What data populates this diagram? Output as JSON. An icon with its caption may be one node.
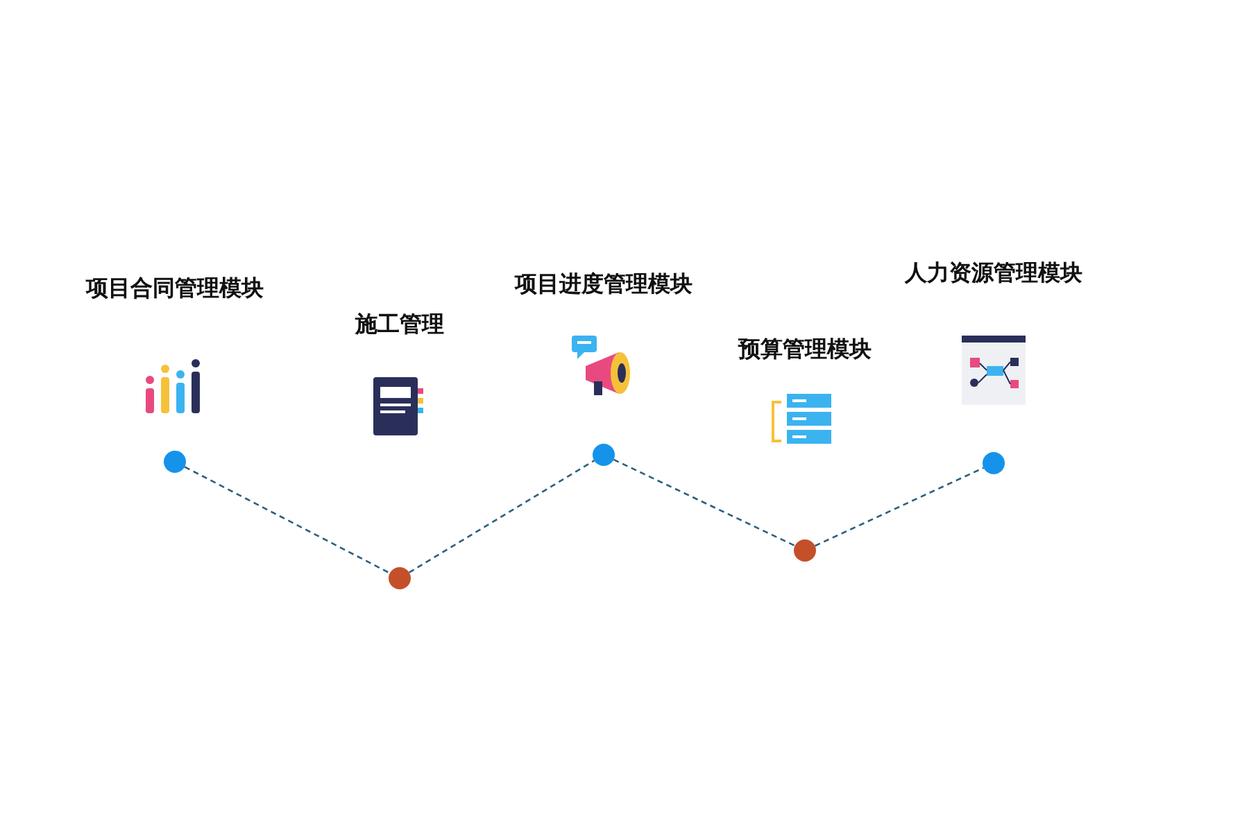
{
  "diagram": {
    "nodes": [
      {
        "text": [
          "项目合同管理模块"
        ]
      },
      {
        "text": [
          "施工管理"
        ]
      },
      {
        "text": [
          "项目进度管理模块"
        ]
      },
      {
        "text": [
          "预算管理模块"
        ]
      },
      {
        "text": [
          "人力资源管理模块"
        ]
      }
    ],
    "edges": [
      {
        "from": 0,
        "to": 1,
        "arrow": "none",
        "style": "dashed"
      },
      {
        "from": 1,
        "to": 2,
        "arrow": "none",
        "style": "dashed"
      },
      {
        "from": 2,
        "to": 3,
        "arrow": "none",
        "style": "dashed"
      },
      {
        "from": 3,
        "to": 4,
        "arrow": "none",
        "style": "dashed"
      }
    ]
  }
}
